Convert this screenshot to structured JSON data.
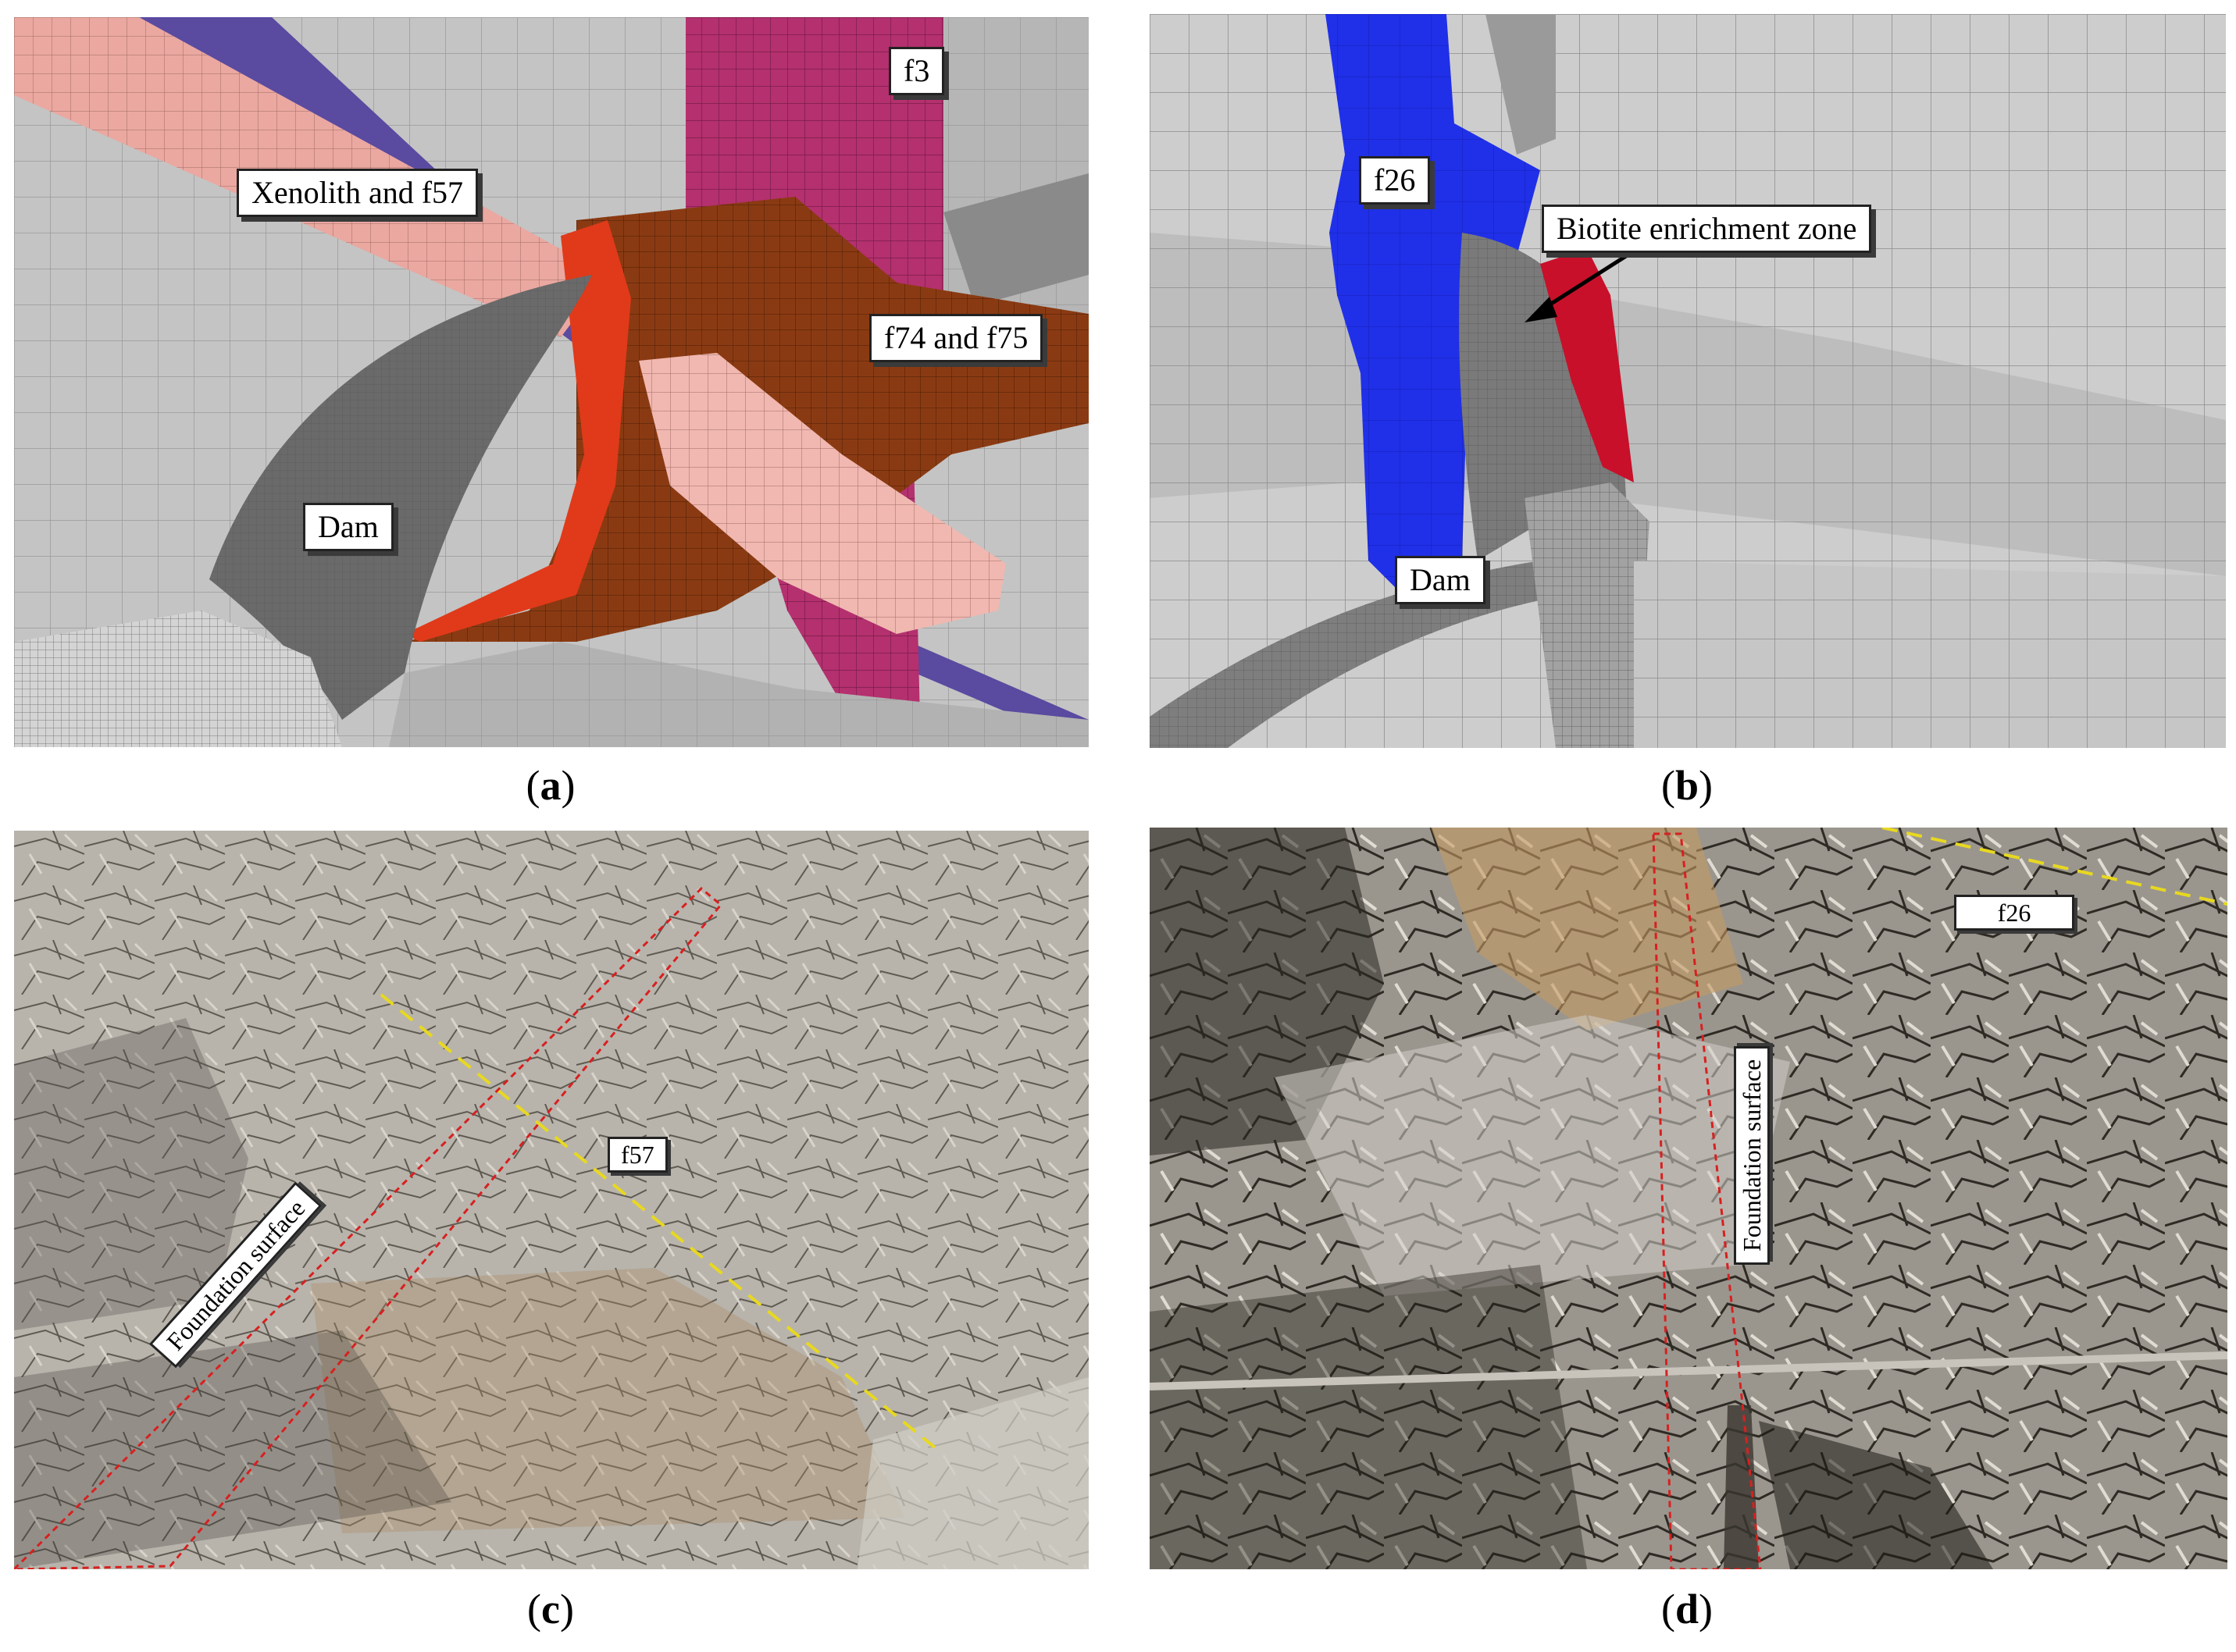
{
  "panels": [
    {
      "id": "a",
      "caption_open": "(",
      "caption_letter": "a",
      "caption_close": ")",
      "labels": {
        "l1": "f3",
        "l2": "Xenolith and f57",
        "l3": "f74 and f75",
        "l4": "Dam"
      }
    },
    {
      "id": "b",
      "caption_open": "(",
      "caption_letter": "b",
      "caption_close": ")",
      "labels": {
        "l1": "f26",
        "l2": "Biotite enrichment zone",
        "l3": "Dam"
      }
    },
    {
      "id": "c",
      "caption_open": "(",
      "caption_letter": "c",
      "caption_close": ")",
      "labels": {
        "l1": "f57",
        "l2": "Foundation surface"
      }
    },
    {
      "id": "d",
      "caption_open": "(",
      "caption_letter": "d",
      "caption_close": ")",
      "labels": {
        "l1": "f26",
        "l2": "Foundation surface"
      }
    }
  ],
  "colors": {
    "mesh_gray": "#c4c4c4",
    "fault_f3": "#b4306e",
    "fault_f74_f75": "#8a3a12",
    "fault_red": "#e03a1a",
    "xenolith": "#eaa8a0",
    "fault_f26": "#2030e8",
    "biotite_zone": "#c8102a",
    "fault_trace_yellow": "#e8d820",
    "outline_red": "#d82020"
  }
}
